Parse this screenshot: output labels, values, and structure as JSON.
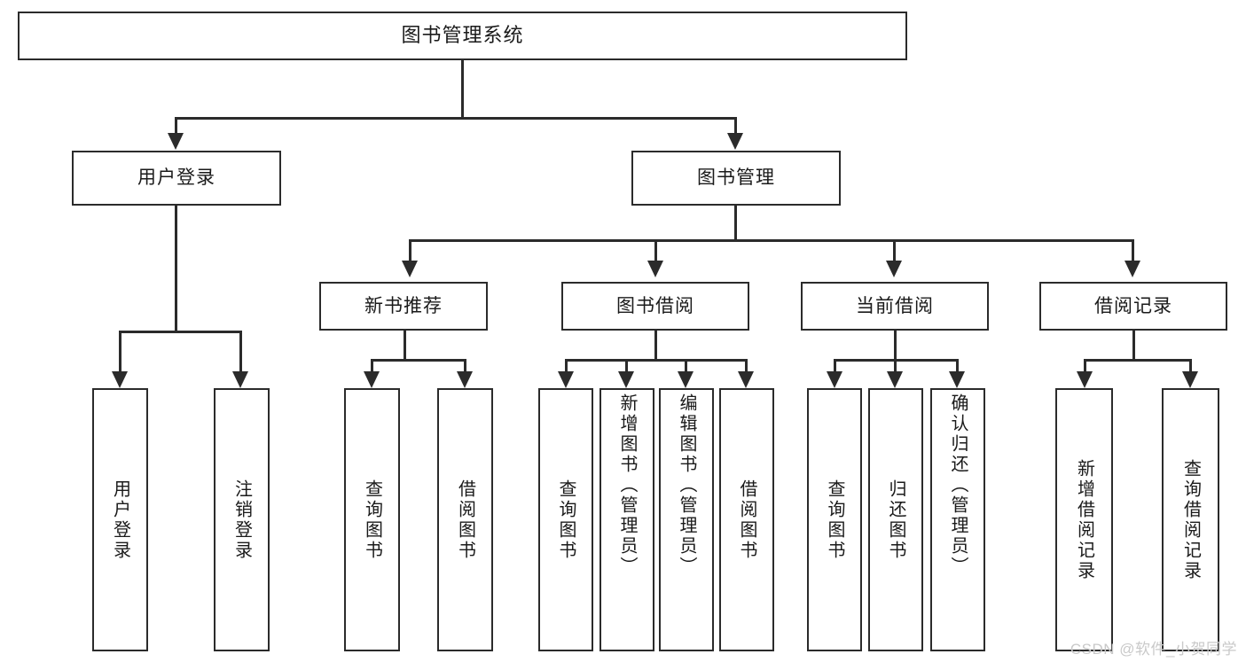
{
  "diagram": {
    "type": "tree-hierarchy-chart",
    "title": "图书管理系统",
    "watermark": "CSDN @软件_小贺同学",
    "colors": {
      "stroke": "#2b2b2b",
      "fill": "#ffffff",
      "text": "#1a1a1a",
      "watermark": "#c9c9c9"
    },
    "levels": [
      {
        "level": 1,
        "nodes": [
          {
            "id": "root",
            "label": "图书管理系统"
          }
        ]
      },
      {
        "level": 2,
        "nodes": [
          {
            "id": "login",
            "label": "用户登录",
            "parent": "root"
          },
          {
            "id": "bookmgmt",
            "label": "图书管理",
            "parent": "root"
          }
        ]
      },
      {
        "level": 3,
        "nodes": [
          {
            "id": "newbook",
            "label": "新书推荐",
            "parent": "bookmgmt"
          },
          {
            "id": "borrow",
            "label": "图书借阅",
            "parent": "bookmgmt"
          },
          {
            "id": "current",
            "label": "当前借阅",
            "parent": "bookmgmt"
          },
          {
            "id": "records",
            "label": "借阅记录",
            "parent": "bookmgmt"
          }
        ]
      },
      {
        "level": 4,
        "nodes": [
          {
            "id": "leaf1",
            "label": "用户登录",
            "parent": "login"
          },
          {
            "id": "leaf2",
            "label": "注销登录",
            "parent": "login"
          },
          {
            "id": "leaf3",
            "label": "查询图书",
            "parent": "newbook"
          },
          {
            "id": "leaf4",
            "label": "借阅图书",
            "parent": "newbook"
          },
          {
            "id": "leaf5",
            "label": "查询图书",
            "parent": "borrow"
          },
          {
            "id": "leaf6",
            "label": "新增图书（管理员）",
            "parent": "borrow"
          },
          {
            "id": "leaf7",
            "label": "编辑图书（管理员）",
            "parent": "borrow"
          },
          {
            "id": "leaf8",
            "label": "借阅图书",
            "parent": "borrow"
          },
          {
            "id": "leaf9",
            "label": "查询图书",
            "parent": "current"
          },
          {
            "id": "leaf10",
            "label": "归还图书",
            "parent": "current"
          },
          {
            "id": "leaf11",
            "label": "确认归还（管理员）",
            "parent": "current"
          },
          {
            "id": "leaf12",
            "label": "新增借阅记录",
            "parent": "records"
          },
          {
            "id": "leaf13",
            "label": "查询借阅记录",
            "parent": "records"
          }
        ]
      }
    ]
  }
}
